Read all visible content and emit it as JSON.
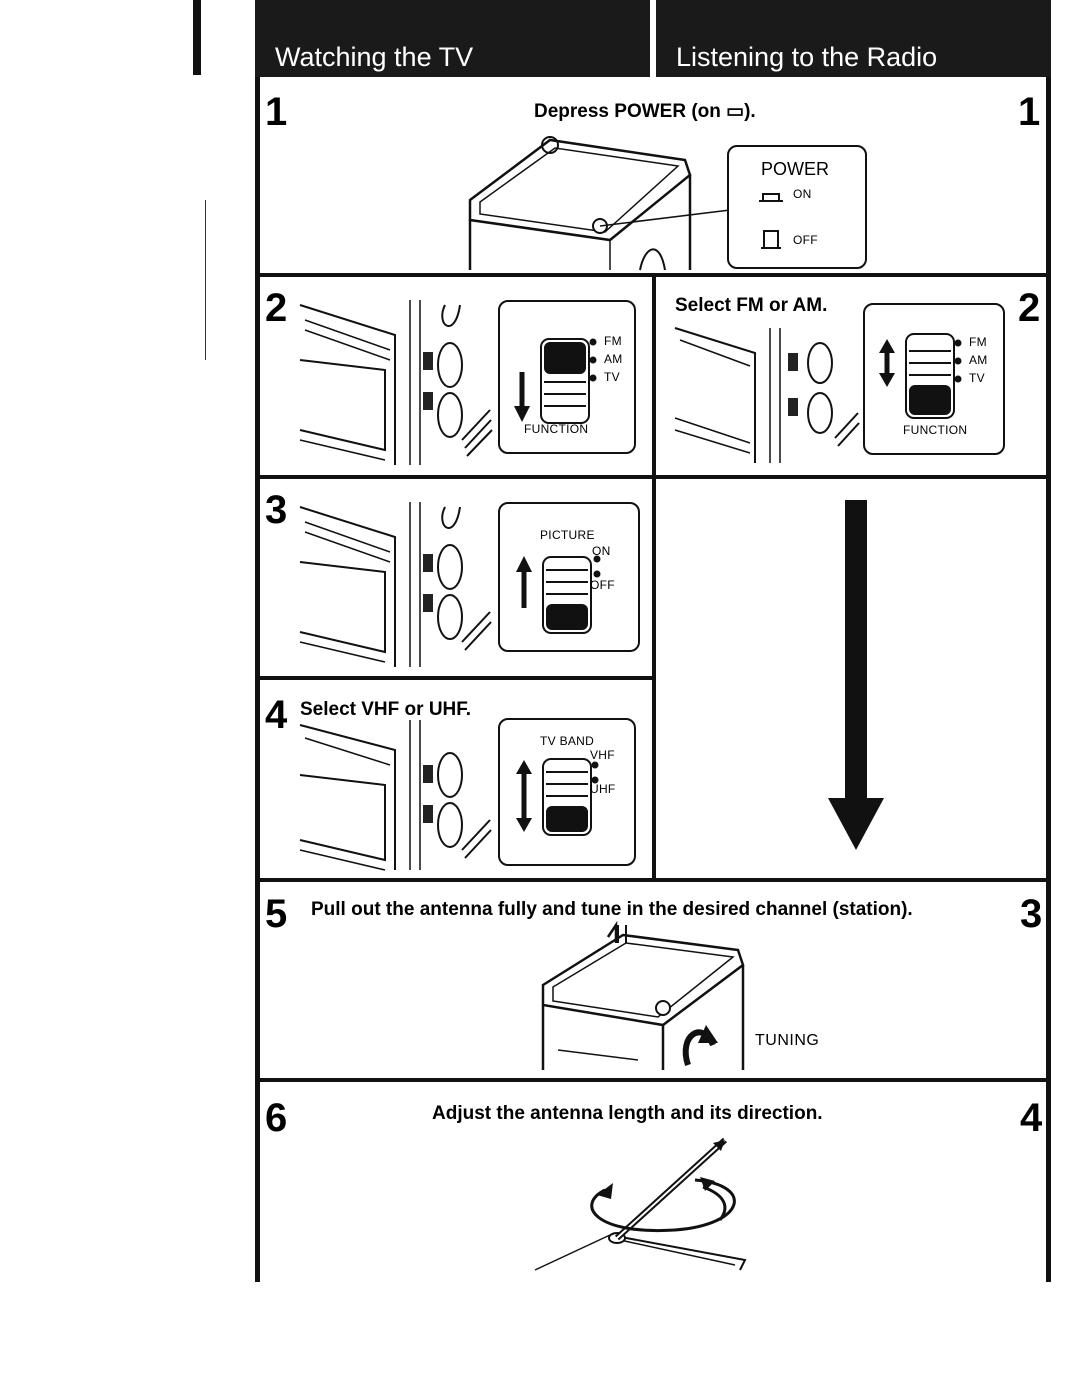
{
  "headers": {
    "left": "Watching the TV",
    "right": "Listening to the Radio"
  },
  "step1": {
    "num_left": "1",
    "num_right": "1",
    "caption": "Depress POWER (on ▭).",
    "panel_title": "POWER",
    "on_label": "ON",
    "off_label": "OFF"
  },
  "step2_tv": {
    "num": "2",
    "labels": [
      "FM",
      "AM",
      "TV"
    ],
    "panel_label": "FUNCTION"
  },
  "step2_radio": {
    "num": "2",
    "caption": "Select FM or AM.",
    "labels": [
      "FM",
      "AM",
      "TV"
    ],
    "panel_label": "FUNCTION"
  },
  "step3": {
    "num": "3",
    "panel_title": "PICTURE",
    "on_label": "ON",
    "off_label": "OFF"
  },
  "step4": {
    "num": "4",
    "caption": "Select VHF or UHF.",
    "panel_title": "TV BAND",
    "vhf_label": "VHF",
    "uhf_label": "UHF"
  },
  "step5": {
    "num_left": "5",
    "num_right": "3",
    "caption": "Pull out the antenna fully and tune in the desired channel (station).",
    "tuning_label": "TUNING"
  },
  "step6": {
    "num_left": "6",
    "num_right": "4",
    "caption": "Adjust the antenna length and its direction."
  },
  "icons": [
    "arrow-down-icon",
    "arrow-up-icon",
    "arrow-updown-icon",
    "rotate-icon"
  ]
}
